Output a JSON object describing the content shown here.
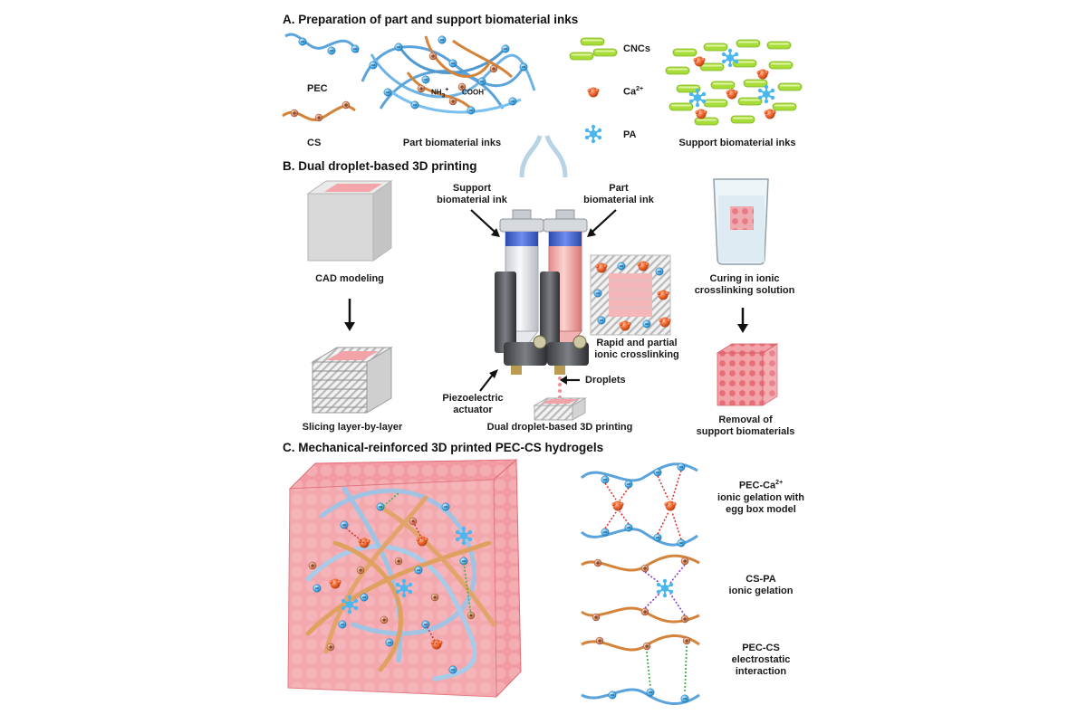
{
  "sections": {
    "a": "A. Preparation of part and support biomaterial inks",
    "b": "B. Dual droplet-based 3D printing",
    "c": "C. Mechanical-reinforced 3D printed PEC-CS hydrogels"
  },
  "panel_a": {
    "pec": "PEC",
    "cs": "CS",
    "part_inks": "Part biomaterial inks",
    "nh3": "NH",
    "nh3_sub": "3",
    "nh3_sup": "+",
    "cooh": "COOH",
    "cooh_sup": "-",
    "cncs": "CNCs",
    "ca": "Ca",
    "ca_sup": "2+",
    "pa": "PA",
    "support_inks": "Support biomaterial inks"
  },
  "panel_b": {
    "cad": "CAD modeling",
    "slicing": "Slicing layer-by-layer",
    "support_ink": "Support\nbiomaterial ink",
    "part_ink": "Part\nbiomaterial ink",
    "rapid": "Rapid and partial\nionic crosslinking",
    "droplets": "Droplets",
    "piezo": "Piezoelectric\nactuator",
    "dual": "Dual droplet-based 3D printing",
    "curing": "Curing in ionic\ncrosslinking solution",
    "removal": "Removal of\nsupport biomaterials"
  },
  "panel_c": {
    "pec_ca_1": "PEC-Ca",
    "pec_ca_sup": "2+",
    "pec_ca_2": "ionic gelation with\negg box model",
    "cs_pa": "CS-PA\nionic gelation",
    "pec_cs": "PEC-CS\nelectrostatic\ninteraction"
  },
  "colors": {
    "pec_chain": "#5aa3dc",
    "cs_chain": "#d4843a",
    "cnc": "#a6dd3a",
    "calcium": "#f06a32",
    "pa": "#4cb6ee",
    "hydrogel": "#ee7e86",
    "syringe_band": "#3f62c6"
  }
}
